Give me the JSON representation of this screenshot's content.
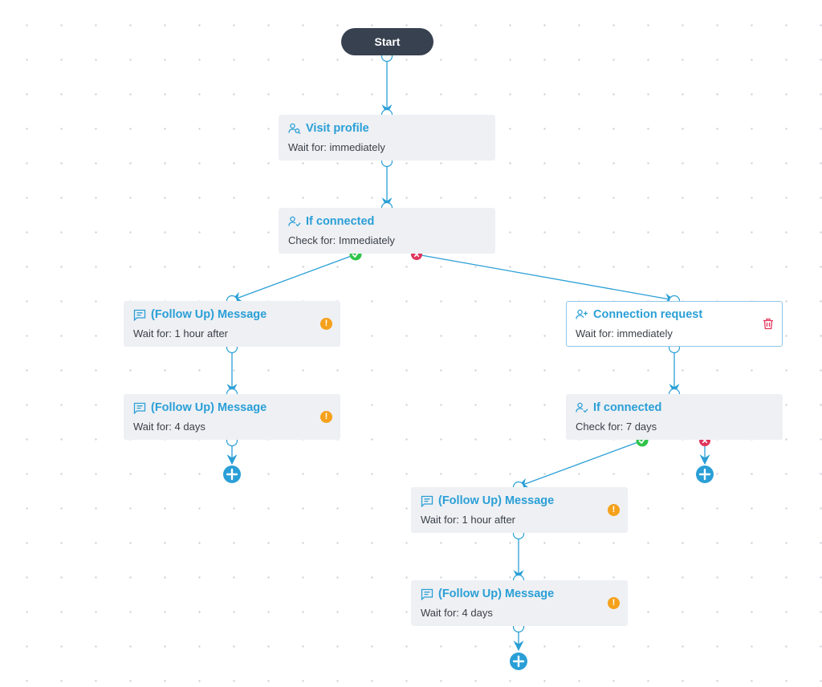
{
  "start": {
    "label": "Start"
  },
  "nodes": [
    {
      "id": "visit",
      "icon": "visit-profile-icon",
      "title": "Visit profile",
      "sub": "Wait for: immediately"
    },
    {
      "id": "ifc1",
      "icon": "if-connected-icon",
      "title": "If connected",
      "sub": "Check for: Immediately"
    },
    {
      "id": "msgA1",
      "icon": "message-icon",
      "title": "(Follow Up) Message",
      "sub": "Wait for: 1 hour after",
      "badge": "warning-icon"
    },
    {
      "id": "msgA2",
      "icon": "message-icon",
      "title": "(Follow Up) Message",
      "sub": "Wait for: 4 days",
      "badge": "warning-icon"
    },
    {
      "id": "conn",
      "icon": "connection-request-icon",
      "title": "Connection request",
      "sub": "Wait for: immediately",
      "badge": "trash-icon"
    },
    {
      "id": "ifc2",
      "icon": "if-connected-icon",
      "title": "If connected",
      "sub": "Check for: 7 days"
    },
    {
      "id": "msgB1",
      "icon": "message-icon",
      "title": "(Follow Up) Message",
      "sub": "Wait for: 1 hour after",
      "badge": "warning-icon"
    },
    {
      "id": "msgB2",
      "icon": "message-icon",
      "title": "(Follow Up) Message",
      "sub": "Wait for: 4 days",
      "badge": "warning-icon"
    }
  ],
  "edges": [
    {
      "from": "start",
      "to": "visit"
    },
    {
      "from": "visit",
      "to": "ifc1"
    },
    {
      "from": "ifc1",
      "branch": "yes",
      "to": "msgA1"
    },
    {
      "from": "ifc1",
      "branch": "no",
      "to": "conn"
    },
    {
      "from": "msgA1",
      "to": "msgA2"
    },
    {
      "from": "conn",
      "to": "ifc2"
    },
    {
      "from": "ifc2",
      "branch": "yes",
      "to": "msgB1"
    },
    {
      "from": "msgB1",
      "to": "msgB2"
    }
  ],
  "colors": {
    "accent": "#2a9fd6",
    "start": "#37414f",
    "node": "#eef0f4",
    "yes": "#2fc44a",
    "no": "#e0365c",
    "warning": "#f5a11b",
    "add": "#2a9fd6"
  }
}
